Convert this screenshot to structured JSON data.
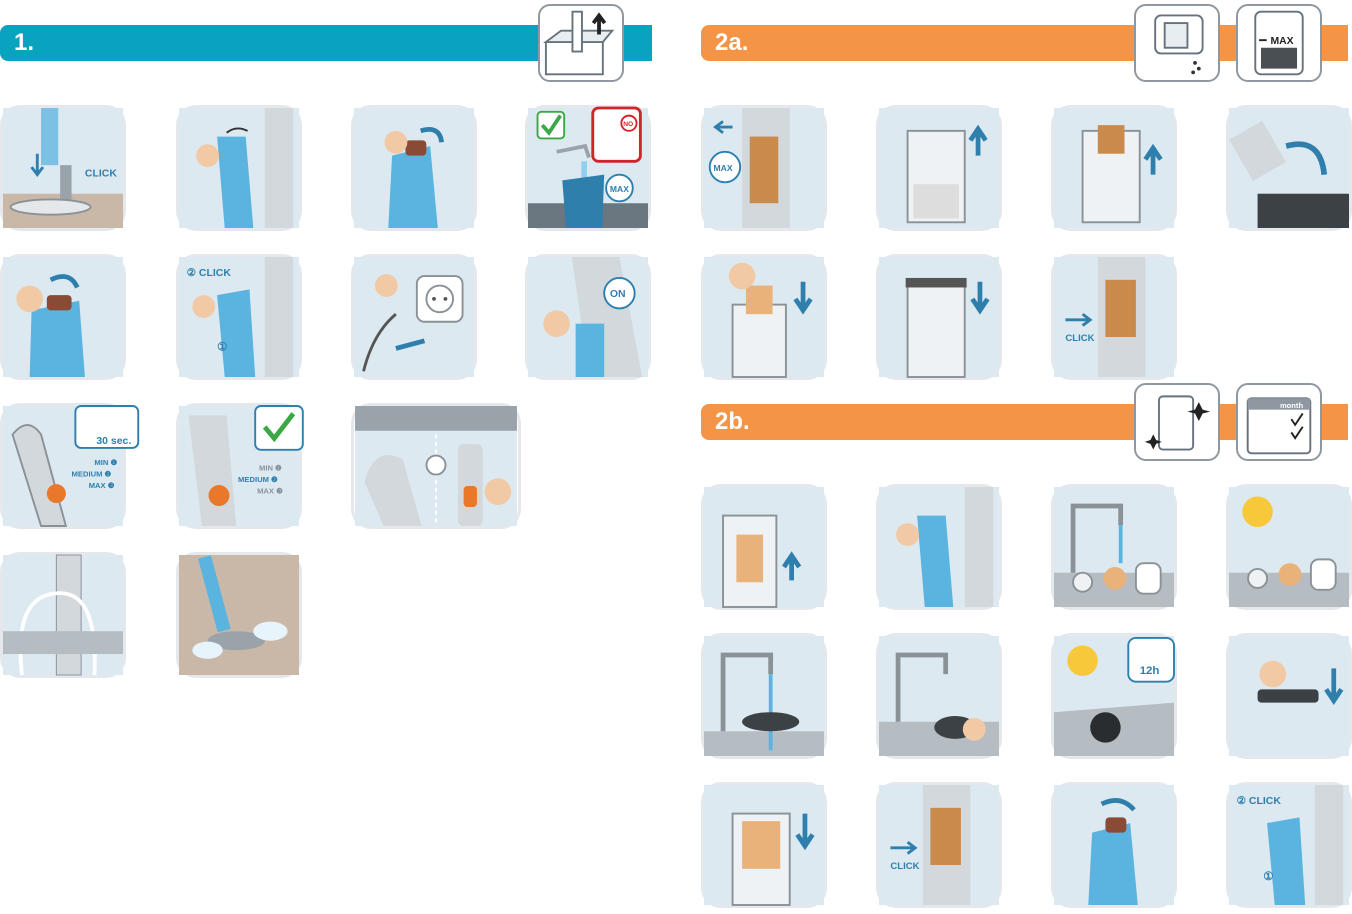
{
  "sections": {
    "s1": {
      "title": "1."
    },
    "s2a": {
      "title": "2a."
    },
    "s2b": {
      "title": "2b."
    }
  },
  "labels": {
    "click": "CLICK",
    "click_numbered": "② CLICK",
    "circle_one": "①",
    "max": "MAX",
    "on": "ON",
    "no": "NO",
    "timer": "30 sec.",
    "min": "MIN ❶",
    "medium": "MEDIUM ❷",
    "max_level": "MAX ❸",
    "hours": "12h",
    "badge_max": "MAX",
    "month": "month"
  },
  "colors": {
    "blue_header": "#0aa3bf",
    "orange_header": "#f39447",
    "accent_blue": "#2f7fad",
    "check_green": "#3aa945",
    "orange_button": "#e9782a"
  }
}
